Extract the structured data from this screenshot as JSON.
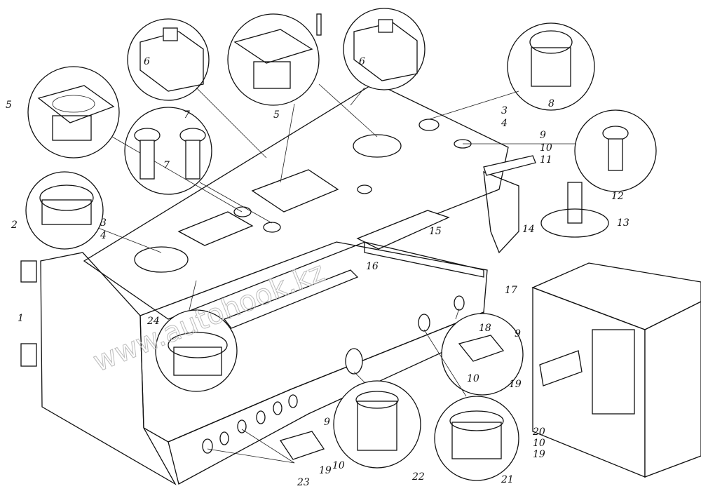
{
  "diagram": {
    "watermark": "www.autohook.kz",
    "callouts": [
      {
        "id": "c1",
        "text": "1"
      },
      {
        "id": "c2",
        "text": "2"
      },
      {
        "id": "c3a",
        "text": "3"
      },
      {
        "id": "c3b",
        "text": "3"
      },
      {
        "id": "c4a",
        "text": "4"
      },
      {
        "id": "c4b",
        "text": "4"
      },
      {
        "id": "c5a",
        "text": "5"
      },
      {
        "id": "c5b",
        "text": "5"
      },
      {
        "id": "c6a",
        "text": "6"
      },
      {
        "id": "c6b",
        "text": "6"
      },
      {
        "id": "c7a",
        "text": "7"
      },
      {
        "id": "c7b",
        "text": "7"
      },
      {
        "id": "c8",
        "text": "8"
      },
      {
        "id": "c9a",
        "text": "9"
      },
      {
        "id": "c9b",
        "text": "9"
      },
      {
        "id": "c9c",
        "text": "9"
      },
      {
        "id": "c10a",
        "text": "10"
      },
      {
        "id": "c10b",
        "text": "10"
      },
      {
        "id": "c10c",
        "text": "10"
      },
      {
        "id": "c10d",
        "text": "10"
      },
      {
        "id": "c11",
        "text": "11"
      },
      {
        "id": "c12",
        "text": "12"
      },
      {
        "id": "c13",
        "text": "13"
      },
      {
        "id": "c14",
        "text": "14"
      },
      {
        "id": "c15",
        "text": "15"
      },
      {
        "id": "c16",
        "text": "16"
      },
      {
        "id": "c17",
        "text": "17"
      },
      {
        "id": "c18",
        "text": "18"
      },
      {
        "id": "c19a",
        "text": "19"
      },
      {
        "id": "c19b",
        "text": "19"
      },
      {
        "id": "c19c",
        "text": "19"
      },
      {
        "id": "c20",
        "text": "20"
      },
      {
        "id": "c21",
        "text": "21"
      },
      {
        "id": "c22",
        "text": "22"
      },
      {
        "id": "c23",
        "text": "23"
      },
      {
        "id": "c24",
        "text": "24"
      }
    ]
  }
}
